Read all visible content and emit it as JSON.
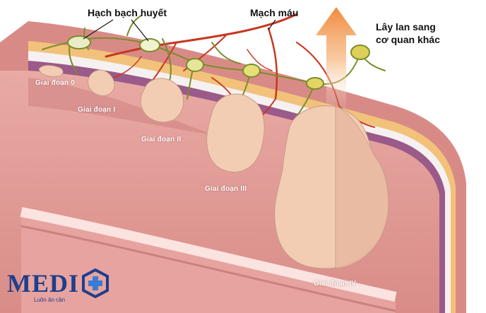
{
  "labels": {
    "lymph_nodes": "Hạch bạch huyết",
    "blood_vessel": "Mạch máu",
    "spread_line1": "Lây lan sang",
    "spread_line2": "cơ quan khác"
  },
  "stages": [
    "Giai đoạn 0",
    "Giai đoạn I",
    "Giai đoạn II",
    "Giai đoạn III",
    "Giai đoạn IV"
  ],
  "logo": {
    "word": "MEDI",
    "tagline": "Luôn ân cần"
  },
  "colors": {
    "tissue": "#e7a39f",
    "tissue_dark": "#c97a77",
    "tumor": "#f3cdb3",
    "vessel": "#c8361f",
    "lymph": "#7a8d2a",
    "arrow": "#f29a4c",
    "brand": "#1e3f8c"
  }
}
